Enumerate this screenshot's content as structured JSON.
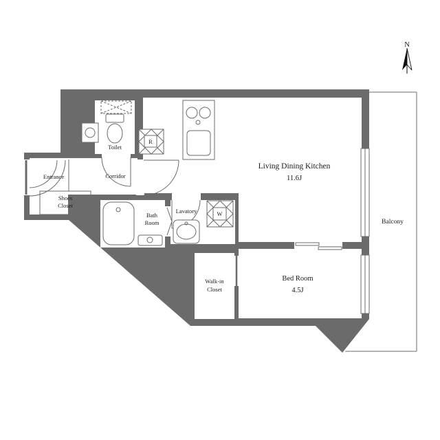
{
  "floorplan": {
    "compass": {
      "north": "N"
    },
    "rooms": {
      "ldk": {
        "name": "Living Dining Kitchen",
        "size": "11.6J"
      },
      "bedroom": {
        "name": "Bed Room",
        "size": "4.5J"
      },
      "toilet": {
        "name": "Toilet"
      },
      "entrance": {
        "name": "Entrance"
      },
      "corridor": {
        "name": "Corridor"
      },
      "shoes_closet": {
        "line1": "Shoes",
        "line2": "Closet"
      },
      "bath_room": {
        "line1": "Bath",
        "line2": "Room"
      },
      "lavatory": {
        "name": "Lavatory"
      },
      "walk_in_closet": {
        "line1": "Walk-in",
        "line2": "Closet"
      },
      "balcony": {
        "name": "Balcony"
      }
    },
    "fixtures": {
      "refrigerator": "R",
      "washing_machine": "W"
    },
    "colors": {
      "wall": "#6b6b6b",
      "line": "#6b6b6b",
      "text": "#1a1a1a",
      "background": "#ffffff"
    }
  }
}
